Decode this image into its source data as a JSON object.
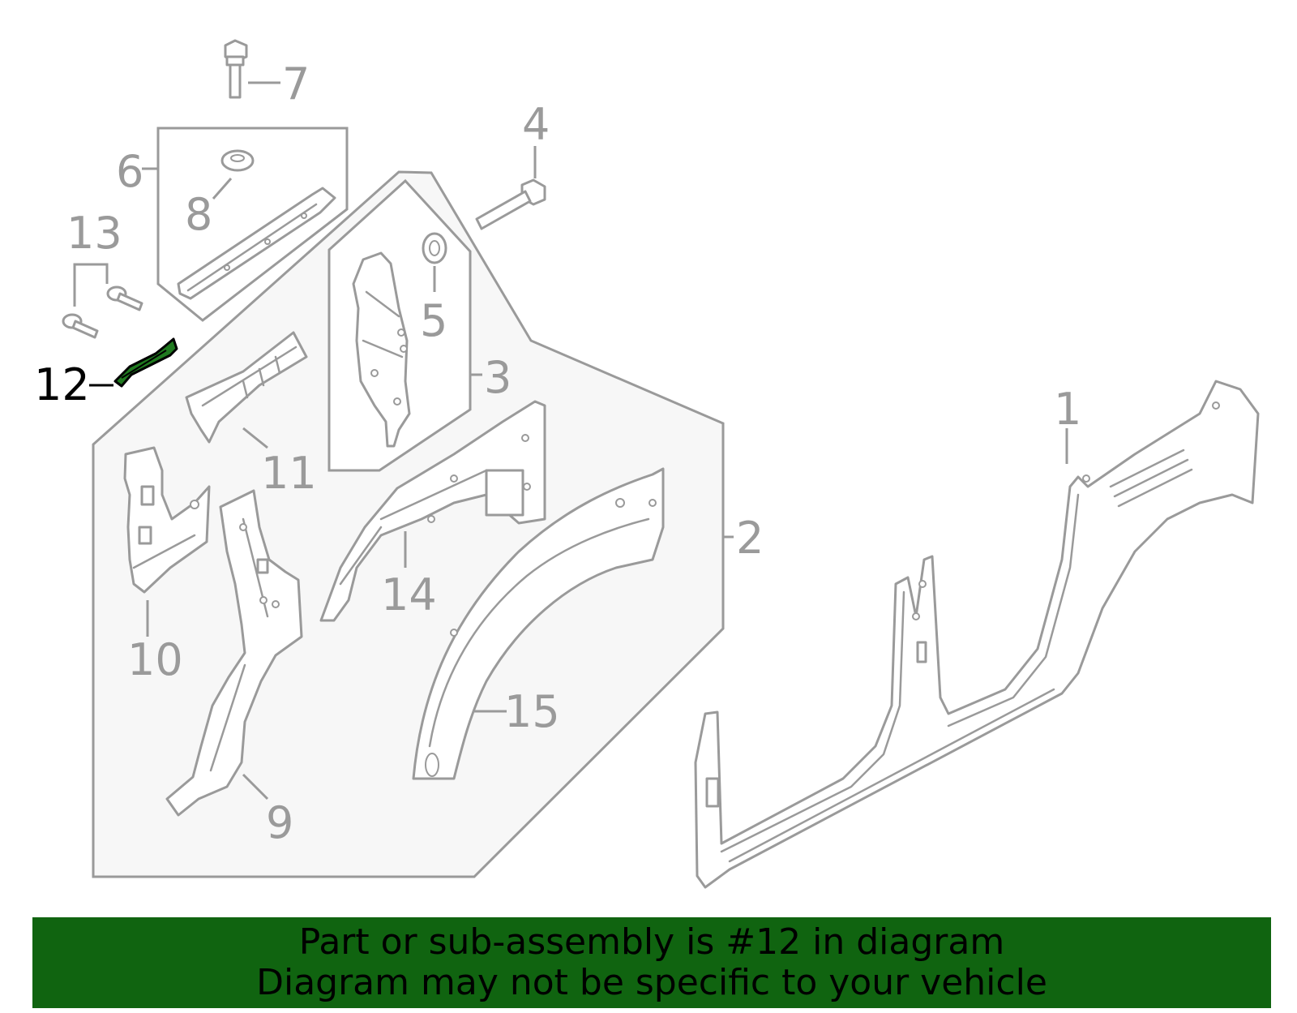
{
  "diagram": {
    "callouts": [
      {
        "id": "1",
        "label": "1"
      },
      {
        "id": "2",
        "label": "2"
      },
      {
        "id": "3",
        "label": "3"
      },
      {
        "id": "4",
        "label": "4"
      },
      {
        "id": "5",
        "label": "5"
      },
      {
        "id": "6",
        "label": "6"
      },
      {
        "id": "7",
        "label": "7"
      },
      {
        "id": "8",
        "label": "8"
      },
      {
        "id": "9",
        "label": "9"
      },
      {
        "id": "10",
        "label": "10"
      },
      {
        "id": "11",
        "label": "11"
      },
      {
        "id": "12",
        "label": "12"
      },
      {
        "id": "13",
        "label": "13"
      },
      {
        "id": "14",
        "label": "14"
      },
      {
        "id": "15",
        "label": "15"
      }
    ],
    "highlighted_part": "12",
    "colors": {
      "line": "#9a9a9a",
      "highlight_fill": "#1f7a1f",
      "highlight_label": "#000000",
      "group_fill": "#f7f7f7",
      "banner_bg": "#106410"
    }
  },
  "banner": {
    "line1": "Part or sub-assembly is #12 in diagram",
    "line2": "Diagram may not be specific to your vehicle"
  }
}
